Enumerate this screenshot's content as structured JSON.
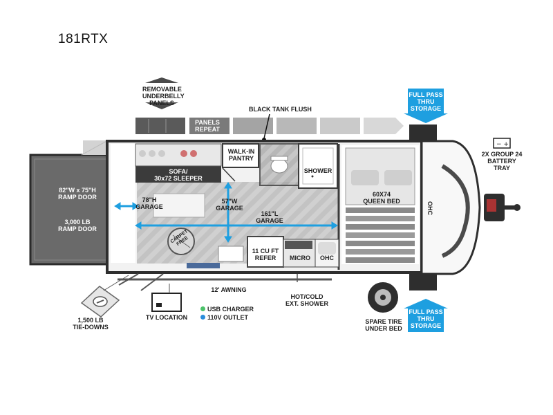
{
  "model_name": "181RTX",
  "colors": {
    "accent_blue": "#1e9fe0",
    "usb_green": "#4cc26a",
    "outlet_blue": "#2a8ddc",
    "wall": "#3a3a3a",
    "floor": "#e2e2e2"
  },
  "labels": {
    "removable_underbelly": [
      "REMOVABLE",
      "UNDERBELLY",
      "PANELS"
    ],
    "panels_repeat": [
      "PANELS",
      "REPEAT"
    ],
    "black_tank_flush": [
      "BLACK TANK FLUSH"
    ],
    "full_pass_top": [
      "FULL PASS",
      "THRU",
      "STORAGE"
    ],
    "battery_tray": [
      "2X GROUP 24",
      "BATTERY",
      "TRAY"
    ],
    "ramp_door_size": [
      "82\"W x 75\"H",
      "RAMP DOOR"
    ],
    "ramp_door_weight": [
      "3,000 LB",
      "RAMP DOOR"
    ],
    "sofa": [
      "SOFA/",
      "30x72 SLEEPER"
    ],
    "walkin_pantry": [
      "WALK-IN",
      "PANTRY"
    ],
    "shower": [
      "SHOWER"
    ],
    "queen_bed": [
      "60X74",
      "QUEEN BED"
    ],
    "ohc_side": [
      "OHC"
    ],
    "garage_78h": [
      "78\"H",
      "GARAGE"
    ],
    "garage_57w": [
      "57\"W",
      "GARAGE"
    ],
    "garage_161l": [
      "161\"L",
      "GARAGE"
    ],
    "carpet_free": [
      "CARPET",
      "FREE"
    ],
    "refer": [
      "11 CU FT",
      "REFER"
    ],
    "micro": [
      "MICRO"
    ],
    "ohc_kitchen": [
      "OHC"
    ],
    "awning": [
      "12' AWNING"
    ],
    "hot_cold_shower": [
      "HOT/COLD",
      "EXT. SHOWER"
    ],
    "tie_downs": [
      "1,500 LB",
      "TIE-DOWNS"
    ],
    "tv_location": [
      "TV LOCATION"
    ],
    "usb_charger": [
      "USB CHARGER"
    ],
    "outlet_110v": [
      "110V OUTLET"
    ],
    "spare_tire": [
      "SPARE TIRE",
      "UNDER BED"
    ],
    "full_pass_bottom": [
      "FULL PASS",
      "THRU",
      "STORAGE"
    ]
  },
  "icons": {
    "battery": "battery-icon",
    "tire": "spare-tire-icon",
    "tiedown": "tie-down-icon",
    "tv": "tv-icon"
  }
}
